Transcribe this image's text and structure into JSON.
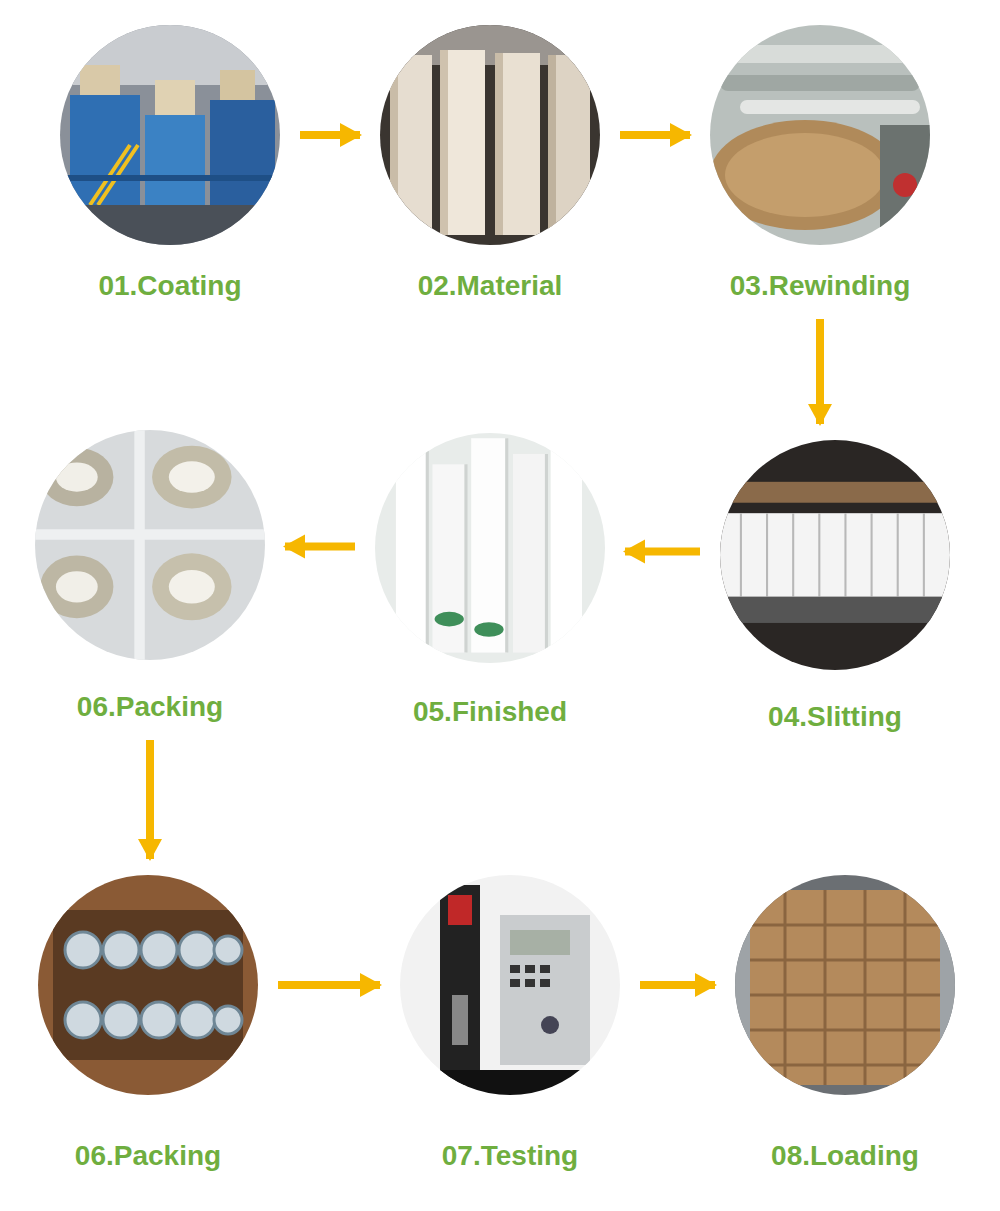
{
  "diagram": {
    "nodes": [
      {
        "text": [
          "01.Coating"
        ]
      },
      {
        "text": [
          "02.Material"
        ]
      },
      {
        "text": [
          "03.Rewinding"
        ]
      },
      {
        "text": [
          "04.Slitting"
        ]
      },
      {
        "text": [
          "05.Finished"
        ]
      },
      {
        "text": [
          "06.Packing"
        ]
      },
      {
        "text": [
          "06.Packing"
        ]
      },
      {
        "text": [
          "07.Testing"
        ]
      },
      {
        "text": [
          "08.Loading"
        ]
      }
    ],
    "edges": [
      {
        "from": 0,
        "to": 1,
        "arrow": "to"
      },
      {
        "from": 1,
        "to": 2,
        "arrow": "to"
      },
      {
        "from": 2,
        "to": 3,
        "arrow": "to"
      },
      {
        "from": 3,
        "to": 4,
        "arrow": "to"
      },
      {
        "from": 4,
        "to": 5,
        "arrow": "to"
      },
      {
        "from": 5,
        "to": 6,
        "arrow": "to"
      },
      {
        "from": 6,
        "to": 7,
        "arrow": "to"
      },
      {
        "from": 7,
        "to": 8,
        "arrow": "to"
      }
    ]
  }
}
